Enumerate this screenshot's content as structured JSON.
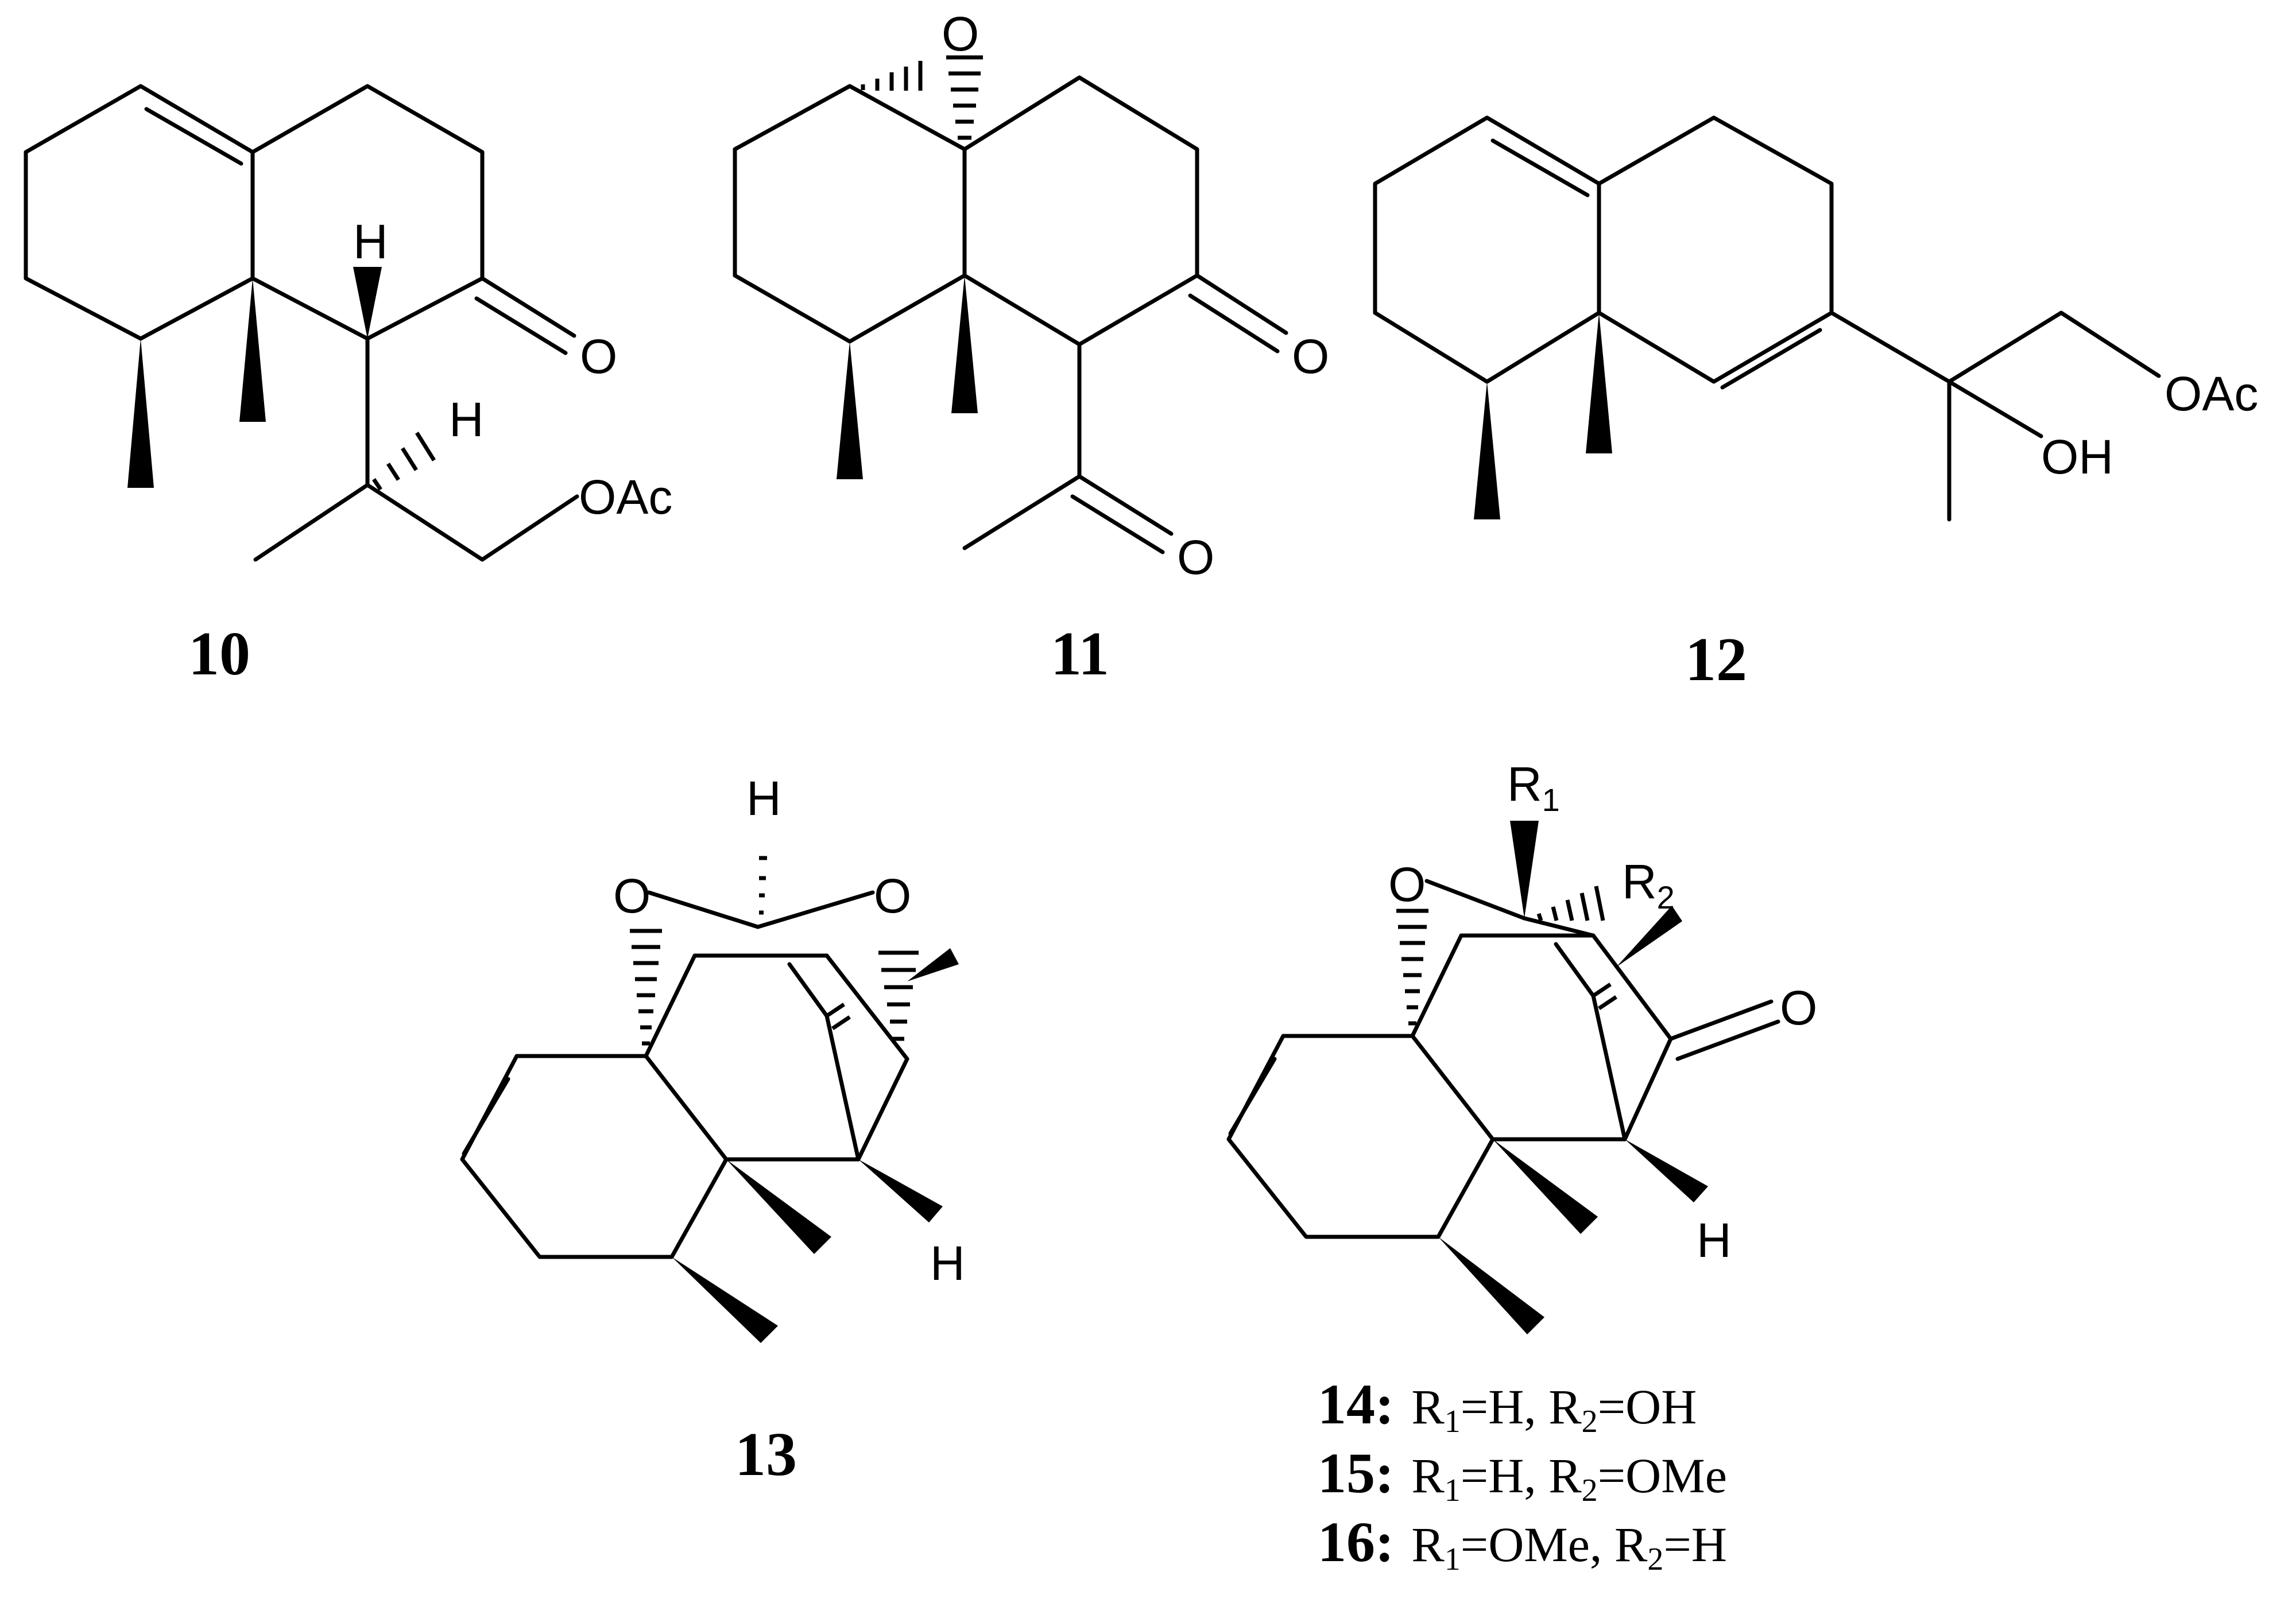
{
  "figure": {
    "compounds": [
      {
        "id": "10",
        "label": "10",
        "groups": {
          "h_top": "H",
          "h_side": "H",
          "oxo": "O",
          "oac": "OAc"
        }
      },
      {
        "id": "11",
        "label": "11",
        "groups": {
          "epoxide_o": "O",
          "oxo1": "O",
          "oxo2": "O"
        }
      },
      {
        "id": "12",
        "label": "12",
        "groups": {
          "oac": "OAc",
          "oh": "OH"
        }
      },
      {
        "id": "13",
        "label": "13",
        "groups": {
          "h_top": "H",
          "o_left": "O",
          "o_right": "O",
          "h_bottom": "H"
        }
      },
      {
        "id": "14-16",
        "groups": {
          "r1": "R",
          "r1_sub": "1",
          "r2": "R",
          "r2_sub": "2",
          "o_ring": "O",
          "oxo": "O",
          "h_bottom": "H"
        }
      }
    ],
    "substituent_table": [
      {
        "num": "14:",
        "r1": "R",
        "r1_sub": "1",
        "r1_val": "=H, ",
        "r2": "R",
        "r2_sub": "2",
        "r2_val": "=OH"
      },
      {
        "num": "15:",
        "r1": "R",
        "r1_sub": "1",
        "r1_val": "=H, ",
        "r2": "R",
        "r2_sub": "2",
        "r2_val": "=OMe"
      },
      {
        "num": "16:",
        "r1": "R",
        "r1_sub": "1",
        "r1_val": "=OMe, ",
        "r2": "R",
        "r2_sub": "2",
        "r2_val": "=H"
      }
    ]
  }
}
